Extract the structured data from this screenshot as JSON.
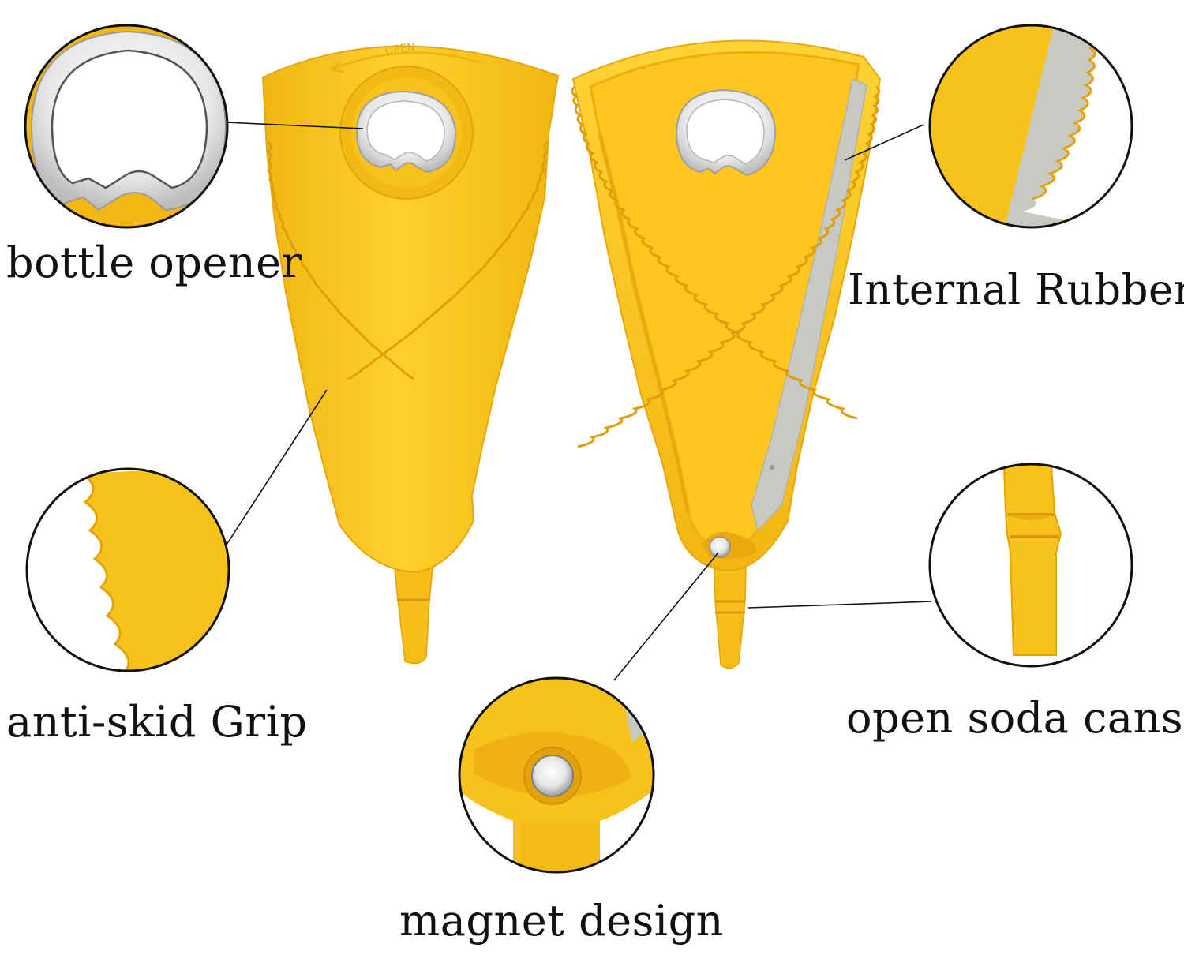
{
  "labels": {
    "bottle_opener": "bottle opener",
    "internal_rubber": "Internal Rubber",
    "anti_skid_grip": "anti-skid Grip",
    "open_soda_cans": "open soda cans",
    "magnet_design": "magnet design"
  },
  "embossed_text": "OPEN",
  "colors": {
    "background": "#ffffff",
    "body_yellow": "#f7c21d",
    "body_light": "#ffd43d",
    "body_shadow": "#e5a40c",
    "steel": "#dcdcdc",
    "rubber_gray": "#c9c9c4",
    "outline": "#111111"
  }
}
